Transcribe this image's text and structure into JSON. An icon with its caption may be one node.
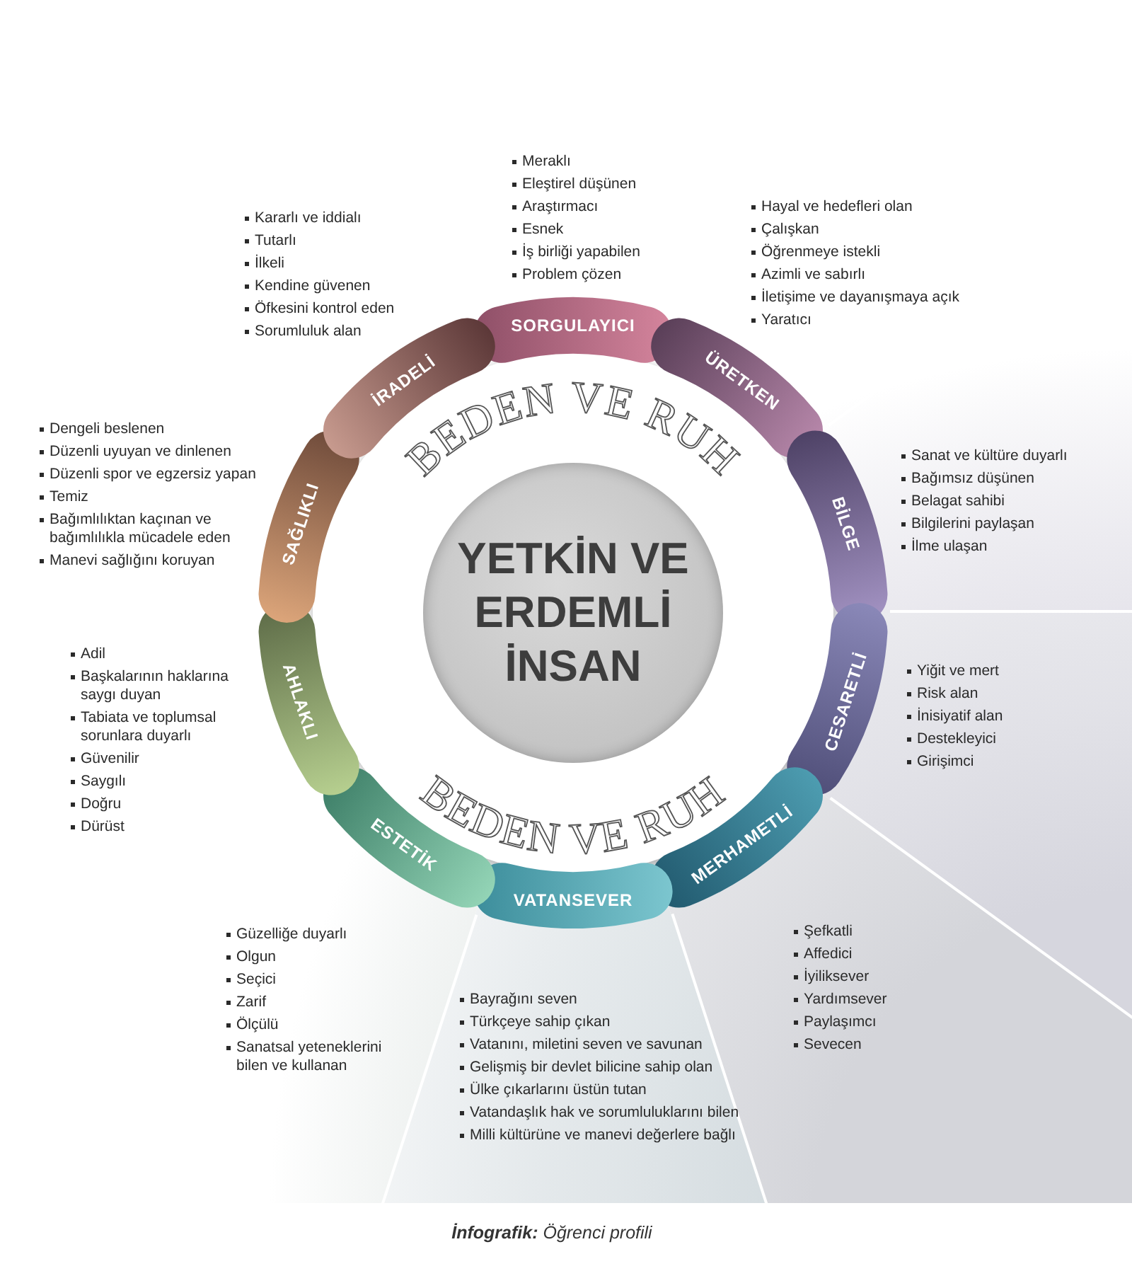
{
  "diagram": {
    "caption": "**İnfografik:** Öğrenci profili",
    "nodes": [
      {
        "text": [
          "YETKİN VE ERDEMLİ İNSAN"
        ]
      },
      {
        "text": [
          "SORGULAYICI"
        ],
        "beside": [
          "Meraklı",
          "Eleştirel düşünen",
          "Araştırmacı",
          "Esnek",
          "İş birliği yapabilen",
          "Problem çözen"
        ]
      },
      {
        "text": [
          "ÜRETKEN"
        ],
        "beside": [
          "Hayal ve hedefleri olan",
          "Çalışkan",
          "Öğrenmeye istekli",
          "Azimli ve sabırlı",
          "İletişime ve dayanışmaya açık",
          "Yaratıcı"
        ]
      },
      {
        "text": [
          "BİLGE"
        ],
        "beside": [
          "Sanat ve kültüre duyarlı",
          "Bağımsız düşünen",
          "Belagat sahibi",
          "Bilgilerini paylaşan",
          "İlme ulaşan"
        ]
      },
      {
        "text": [
          "CESARETLİ"
        ],
        "beside": [
          "Yiğit ve mert",
          "Risk alan",
          "İnisiyatif alan",
          "Destekleyici",
          "Girişimci"
        ]
      },
      {
        "text": [
          "MERHAMETLİ"
        ],
        "beside": [
          "Şefkatli",
          "Affedici",
          "İyiliksever",
          "Yardımsever",
          "Paylaşımcı",
          "Sevecen"
        ]
      },
      {
        "text": [
          "VATANSEVER"
        ],
        "beside": [
          "Bayrağını seven",
          "Türkçeye sahip çıkan",
          "Vatanını, miletini seven ve savunan",
          "Gelişmiş bir devlet bilicine sahip olan",
          "Ülke çıkarlarını üstün tutan",
          "Vatandaşlık hak ve sorumluluklarını bilen",
          "Milli kültürüne ve manevi değerlere bağlı"
        ]
      },
      {
        "text": [
          "ESTETİK"
        ],
        "beside": [
          "Güzelliğe duyarlı",
          "Olgun",
          "Seçici",
          "Zarif",
          "Ölçülü",
          "Sanatsal yeteneklerini bilen ve kullanan"
        ]
      },
      {
        "text": [
          "AHLAKLI"
        ],
        "beside": [
          "Adil",
          "Başkalarının haklarına saygı duyan",
          "Tabiata ve toplumsal sorunlara duyarlı",
          "Güvenilir",
          "Saygılı",
          "Doğru",
          "Dürüst"
        ]
      },
      {
        "text": [
          "SAĞLIKLI"
        ],
        "beside": [
          "Dengeli beslenen",
          "Düzenli uyuyan ve dinlenen",
          "Düzenli spor ve egzersiz yapan",
          "Temiz",
          "Bağımlılıktan kaçınan ve bağımlılıkla mücadele eden",
          "Manevi sağlığını koruyan"
        ]
      },
      {
        "text": [
          "İRADELİ"
        ],
        "beside": [
          "Kararlı ve iddialı",
          "Tutarlı",
          "İlkeli",
          "Kendine güvenen",
          "Öfkesini kontrol eden",
          "Sorumluluk alan"
        ]
      }
    ],
    "labels": [
      "BEDEN VE RUH",
      "BEDEN VE RUH"
    ]
  }
}
